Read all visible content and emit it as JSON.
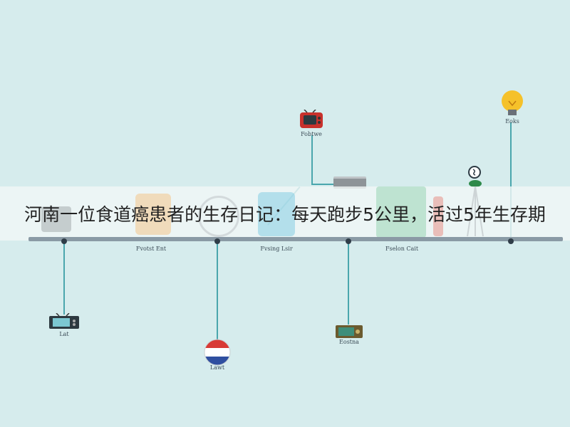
{
  "headline": "河南一位食道癌患者的生存日记：每天跑步5公里，活过5年生存期",
  "timeline_labels": {
    "top_tv_label": "Fobtwe",
    "top_bulb_label": "Eoks",
    "mid_label_1": "Fvotst Ent",
    "mid_label_2": "Fvsing Lsir",
    "mid_label_3": "Fselon Cait",
    "bottom_tv_label": "Lat",
    "bottom_flag_label": "Lawt",
    "bottom_radio_label": "Eostna"
  },
  "icons": [
    "retro-tv-icon",
    "light-bulb-icon",
    "globe-icon",
    "television-icon",
    "flag-circle-icon",
    "radio-icon",
    "refrigerator-icon",
    "microscope-icon",
    "book-icon",
    "device-icon"
  ],
  "colors": {
    "background": "#d6eced",
    "timeline": "#8a9aa5",
    "connector": "#4aa6ad"
  }
}
